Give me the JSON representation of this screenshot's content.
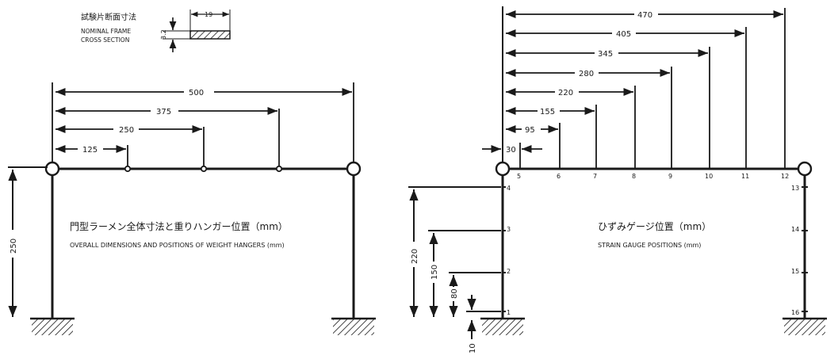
{
  "cross_section": {
    "title_jp": "試験片断面寸法",
    "title_en_1": "NOMINAL FRAME",
    "title_en_2": "CROSS SECTION",
    "width": "19",
    "thickness": "3.2"
  },
  "left_figure": {
    "title_jp": "門型ラーメン全体寸法と重りハンガー位置（mm）",
    "title_en": "OVERALL DIMENSIONS AND POSITIONS OF WEIGHT HANGERS (mm)",
    "horizontal_dims": [
      "500",
      "375",
      "250",
      "125"
    ],
    "height_dim": "250"
  },
  "right_figure": {
    "title_jp": "ひずみゲージ位置（mm）",
    "title_en": "STRAIN GAUGE POSITIONS (mm)",
    "horizontal_dims": [
      "470",
      "405",
      "345",
      "280",
      "220",
      "155",
      "95",
      "30"
    ],
    "vertical_dims": [
      "220",
      "150",
      "80",
      "10"
    ],
    "gauge_numbers": [
      "1",
      "2",
      "3",
      "4",
      "5",
      "6",
      "7",
      "8",
      "9",
      "10",
      "11",
      "12",
      "13",
      "14",
      "15",
      "16"
    ]
  }
}
